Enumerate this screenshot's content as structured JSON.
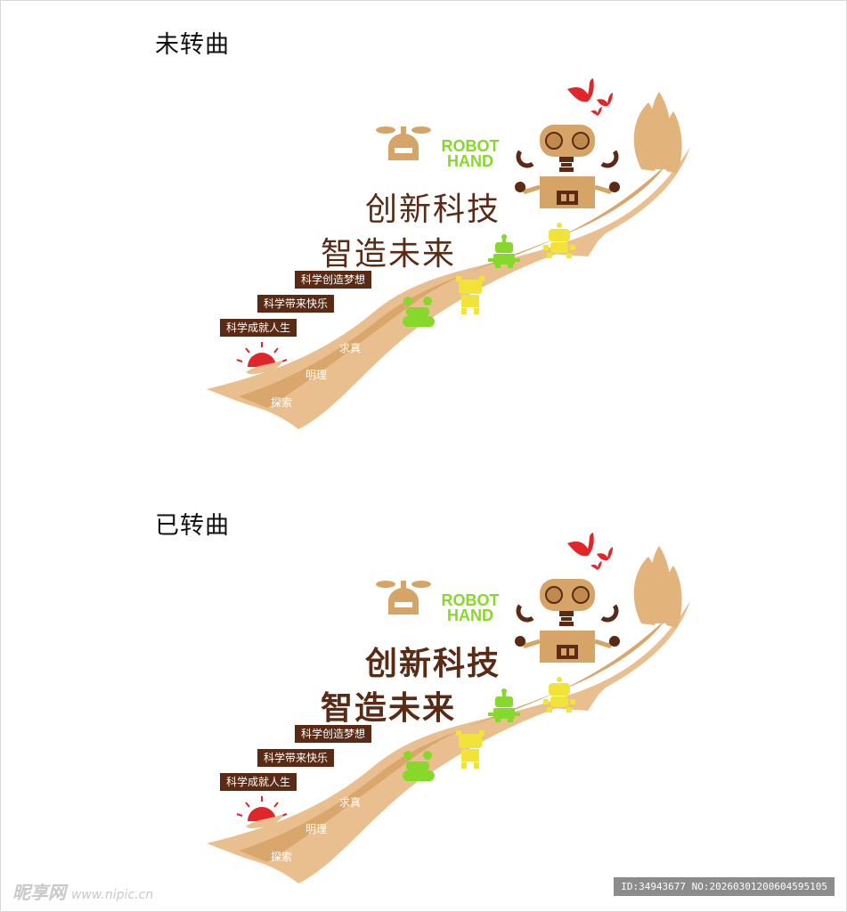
{
  "sections": [
    {
      "label": "未转曲",
      "robot_line1": "ROBOT",
      "robot_line2": "HAND",
      "title_line1": "创新科技",
      "title_line2": "智造未来",
      "tags": [
        "科学创造梦想",
        "科学带来快乐",
        "科学成就人生"
      ],
      "path_labels": [
        "求真",
        "明理",
        "探索"
      ]
    },
    {
      "label": "已转曲",
      "robot_line1": "ROBOT",
      "robot_line2": "HAND",
      "title_line1": "创新科技",
      "title_line2": "智造未来",
      "tags": [
        "科学创造梦想",
        "科学带来快乐",
        "科学成就人生"
      ],
      "path_labels": [
        "求真",
        "明理",
        "探索"
      ]
    }
  ],
  "watermark": {
    "site": "昵享网",
    "url": "www.nipic.cn"
  },
  "id_bar": "ID:34943677 NO:20260301200604595105",
  "colors": {
    "ribbon_light": "#e9bf8f",
    "ribbon_mid": "#d9a66c",
    "dark_brown": "#5a2a14",
    "robot_tan": "#d7a468",
    "green": "#86d82a",
    "yellow": "#f2e33b",
    "red": "#e0262a"
  }
}
